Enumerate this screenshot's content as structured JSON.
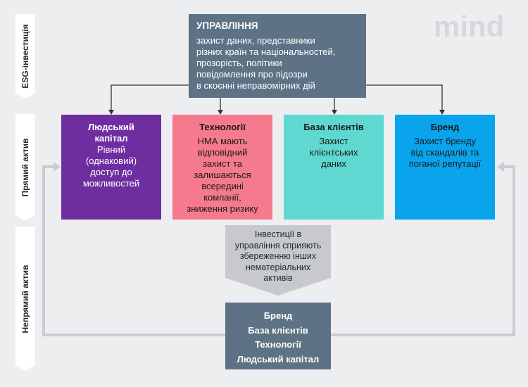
{
  "side_labels": {
    "esg": "ESG-інвестиція",
    "direct": "Прямий актив",
    "indirect": "Непрямий актив"
  },
  "logo": "mind",
  "governance": {
    "title": "УПРАВЛІННЯ",
    "lines": [
      "захист даних, представники",
      "різних країн та національностей,",
      "прозорість, політики",
      "повідомлення про підозри",
      "в скоєнні неправомірних дій"
    ]
  },
  "assets": [
    {
      "title_lines": [
        "Людський",
        "капітал"
      ],
      "text_lines": [
        "Рівний",
        "(однаковий)",
        "доступ до",
        "можливостей"
      ],
      "color": "#6f2ea0"
    },
    {
      "title_lines": [
        "Технології"
      ],
      "text_lines": [
        "НМА мають",
        "відповідний",
        "захист та",
        "залишаються",
        "всередині",
        "компанії,",
        "зниження ризику"
      ],
      "color": "#f57a8d"
    },
    {
      "title_lines": [
        "База клієнтів"
      ],
      "text_lines": [
        "Захист",
        "клієнтських",
        "даних"
      ],
      "color": "#5ed8d0"
    },
    {
      "title_lines": [
        "Бренд"
      ],
      "text_lines": [
        "Захист бренду",
        "від скандалів та",
        "поганої репутації"
      ],
      "color": "#0aa4ec"
    }
  ],
  "arrow_text_lines": [
    "Інвестиції в",
    "управління сприяють",
    "збереженню інших",
    "нематеріальних",
    "активів"
  ],
  "indirect_items": [
    "Бренд",
    "База клієнтів",
    "Технології",
    "Людський капітал"
  ],
  "colors": {
    "background": "#edeef0",
    "governance": "#5d7284",
    "connector": "#333333",
    "loop": "#c9ccd0",
    "down_arrow": "#c7c9cc"
  }
}
